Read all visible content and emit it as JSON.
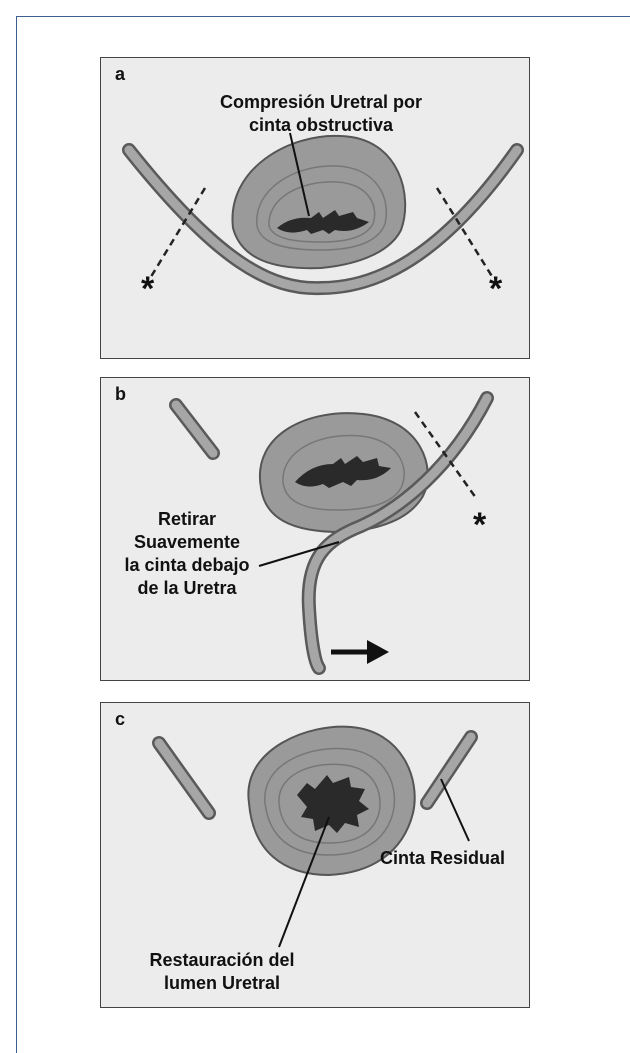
{
  "panels": [
    {
      "letter": "a",
      "label_lines": [
        "Compresión Uretral por",
        "cinta obstructiva"
      ]
    },
    {
      "letter": "b",
      "label_lines": [
        "Retirar",
        "Suavemente",
        "la cinta debajo",
        "de la Uretra"
      ]
    },
    {
      "letter": "c",
      "label_lines": [
        "Restauración del",
        "lumen Uretral"
      ],
      "label2_lines": [
        "Cinta Residual"
      ]
    }
  ],
  "colors": {
    "frame": "#3b5f8f",
    "urethra_fill": "#9a9a9a",
    "tape_fill": "#a6a6a6",
    "lumen": "#2a2a2a",
    "panel_bg": "#ececec"
  }
}
